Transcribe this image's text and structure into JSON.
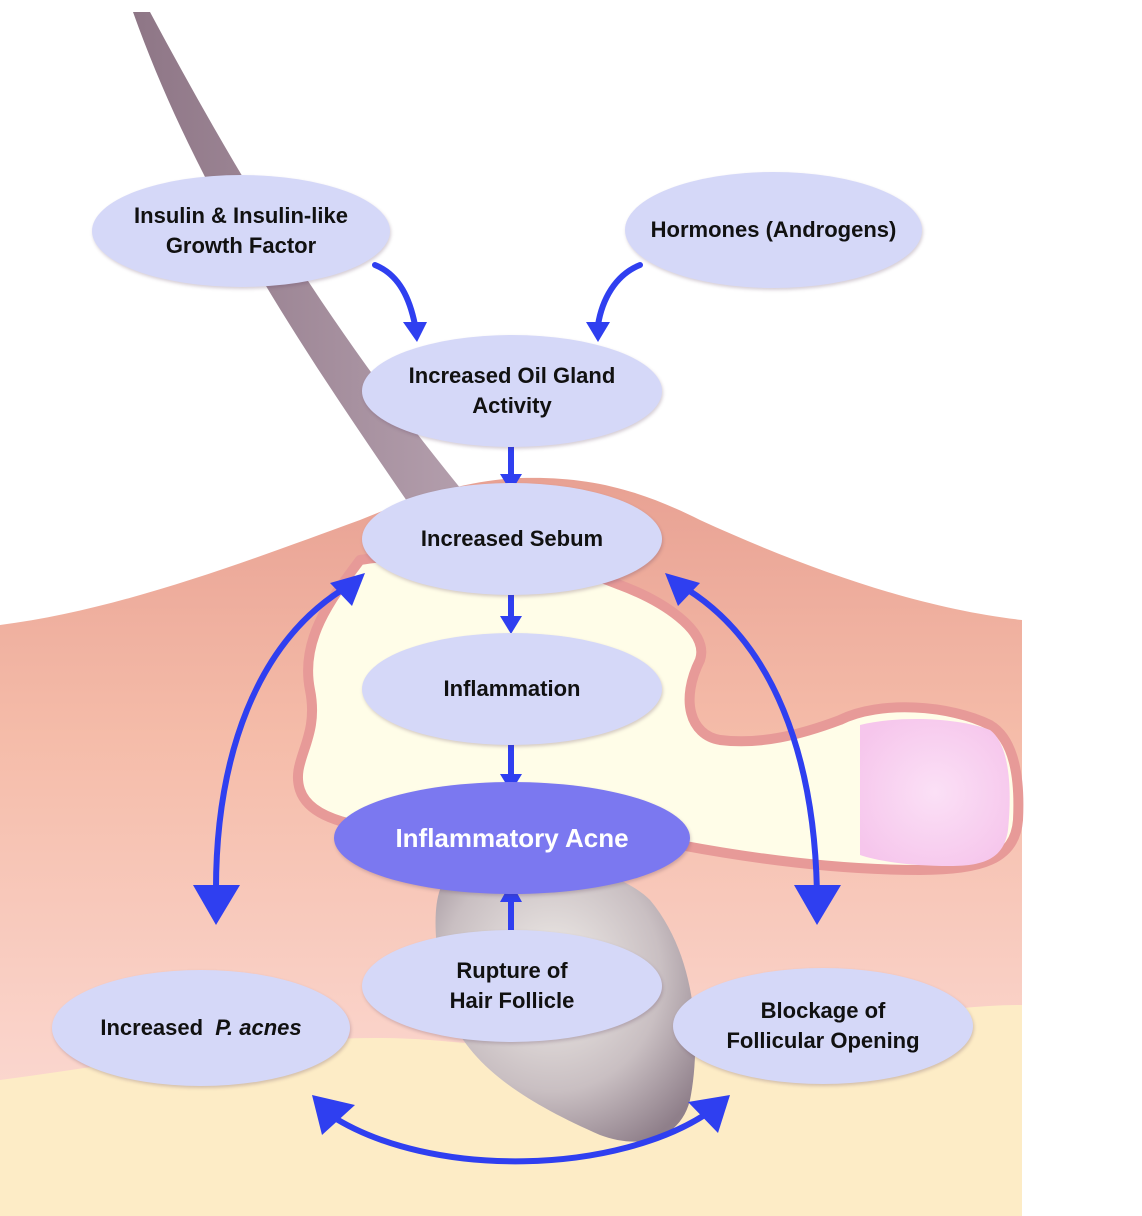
{
  "diagram": {
    "colors": {
      "node_fill": "#d5d8f8",
      "center_fill": "#7b78f0",
      "arrow": "#2f3ff0",
      "skin_top": "#efb0a2",
      "skin_deep": "#fbd6c8",
      "fat_layer": "#fdecc6",
      "gland": "#fffde8",
      "hair": "#a58c9b"
    },
    "nodes": {
      "insulin": {
        "line1": "Insulin & Insulin-like",
        "line2": "Growth Factor"
      },
      "hormones": {
        "label": "Hormones (Androgens)"
      },
      "oil_gland": {
        "line1": "Increased Oil Gland",
        "line2": "Activity"
      },
      "sebum": {
        "label": "Increased Sebum"
      },
      "inflammation": {
        "label": "Inflammation"
      },
      "acne": {
        "label": "Inflammatory Acne"
      },
      "rupture": {
        "line1": "Rupture of",
        "line2": "Hair Follicle"
      },
      "p_acnes": {
        "prefix": "Increased",
        "italic": "P. acnes"
      },
      "blockage": {
        "line1": "Blockage of",
        "line2": "Follicular Opening"
      }
    }
  }
}
